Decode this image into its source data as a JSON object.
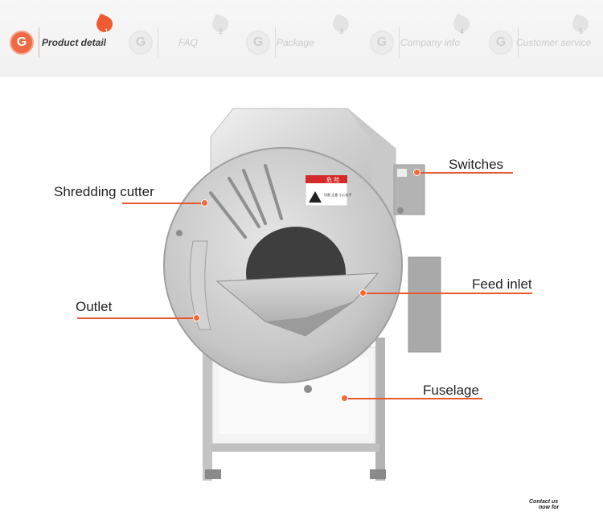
{
  "tabs": [
    {
      "label": "Product detail",
      "num": "1",
      "logo": "G",
      "active": true
    },
    {
      "label": "FAQ",
      "num": "2",
      "logo": "G",
      "active": false
    },
    {
      "label": "Package",
      "num": "3",
      "logo": "G",
      "active": false
    },
    {
      "label": "Company info",
      "num": "4",
      "logo": "G",
      "active": false
    },
    {
      "label": "Customer service",
      "num": "5",
      "logo": "G",
      "active": false
    }
  ],
  "callouts": {
    "shredding_cutter": "Shredding cutter",
    "switches": "Switches",
    "outlet": "Outlet",
    "feed_inlet": "Feed inlet",
    "fuselage": "Fuselage"
  },
  "warning_sign": {
    "title": "危 险",
    "text": "切割 注意 小心伤手"
  },
  "contact": {
    "line1": "Contact us",
    "line2": "now for"
  },
  "colors": {
    "accent": "#e8572f",
    "tab_active": "#ef6a43",
    "tab_inactive": "#e3e3e3"
  }
}
